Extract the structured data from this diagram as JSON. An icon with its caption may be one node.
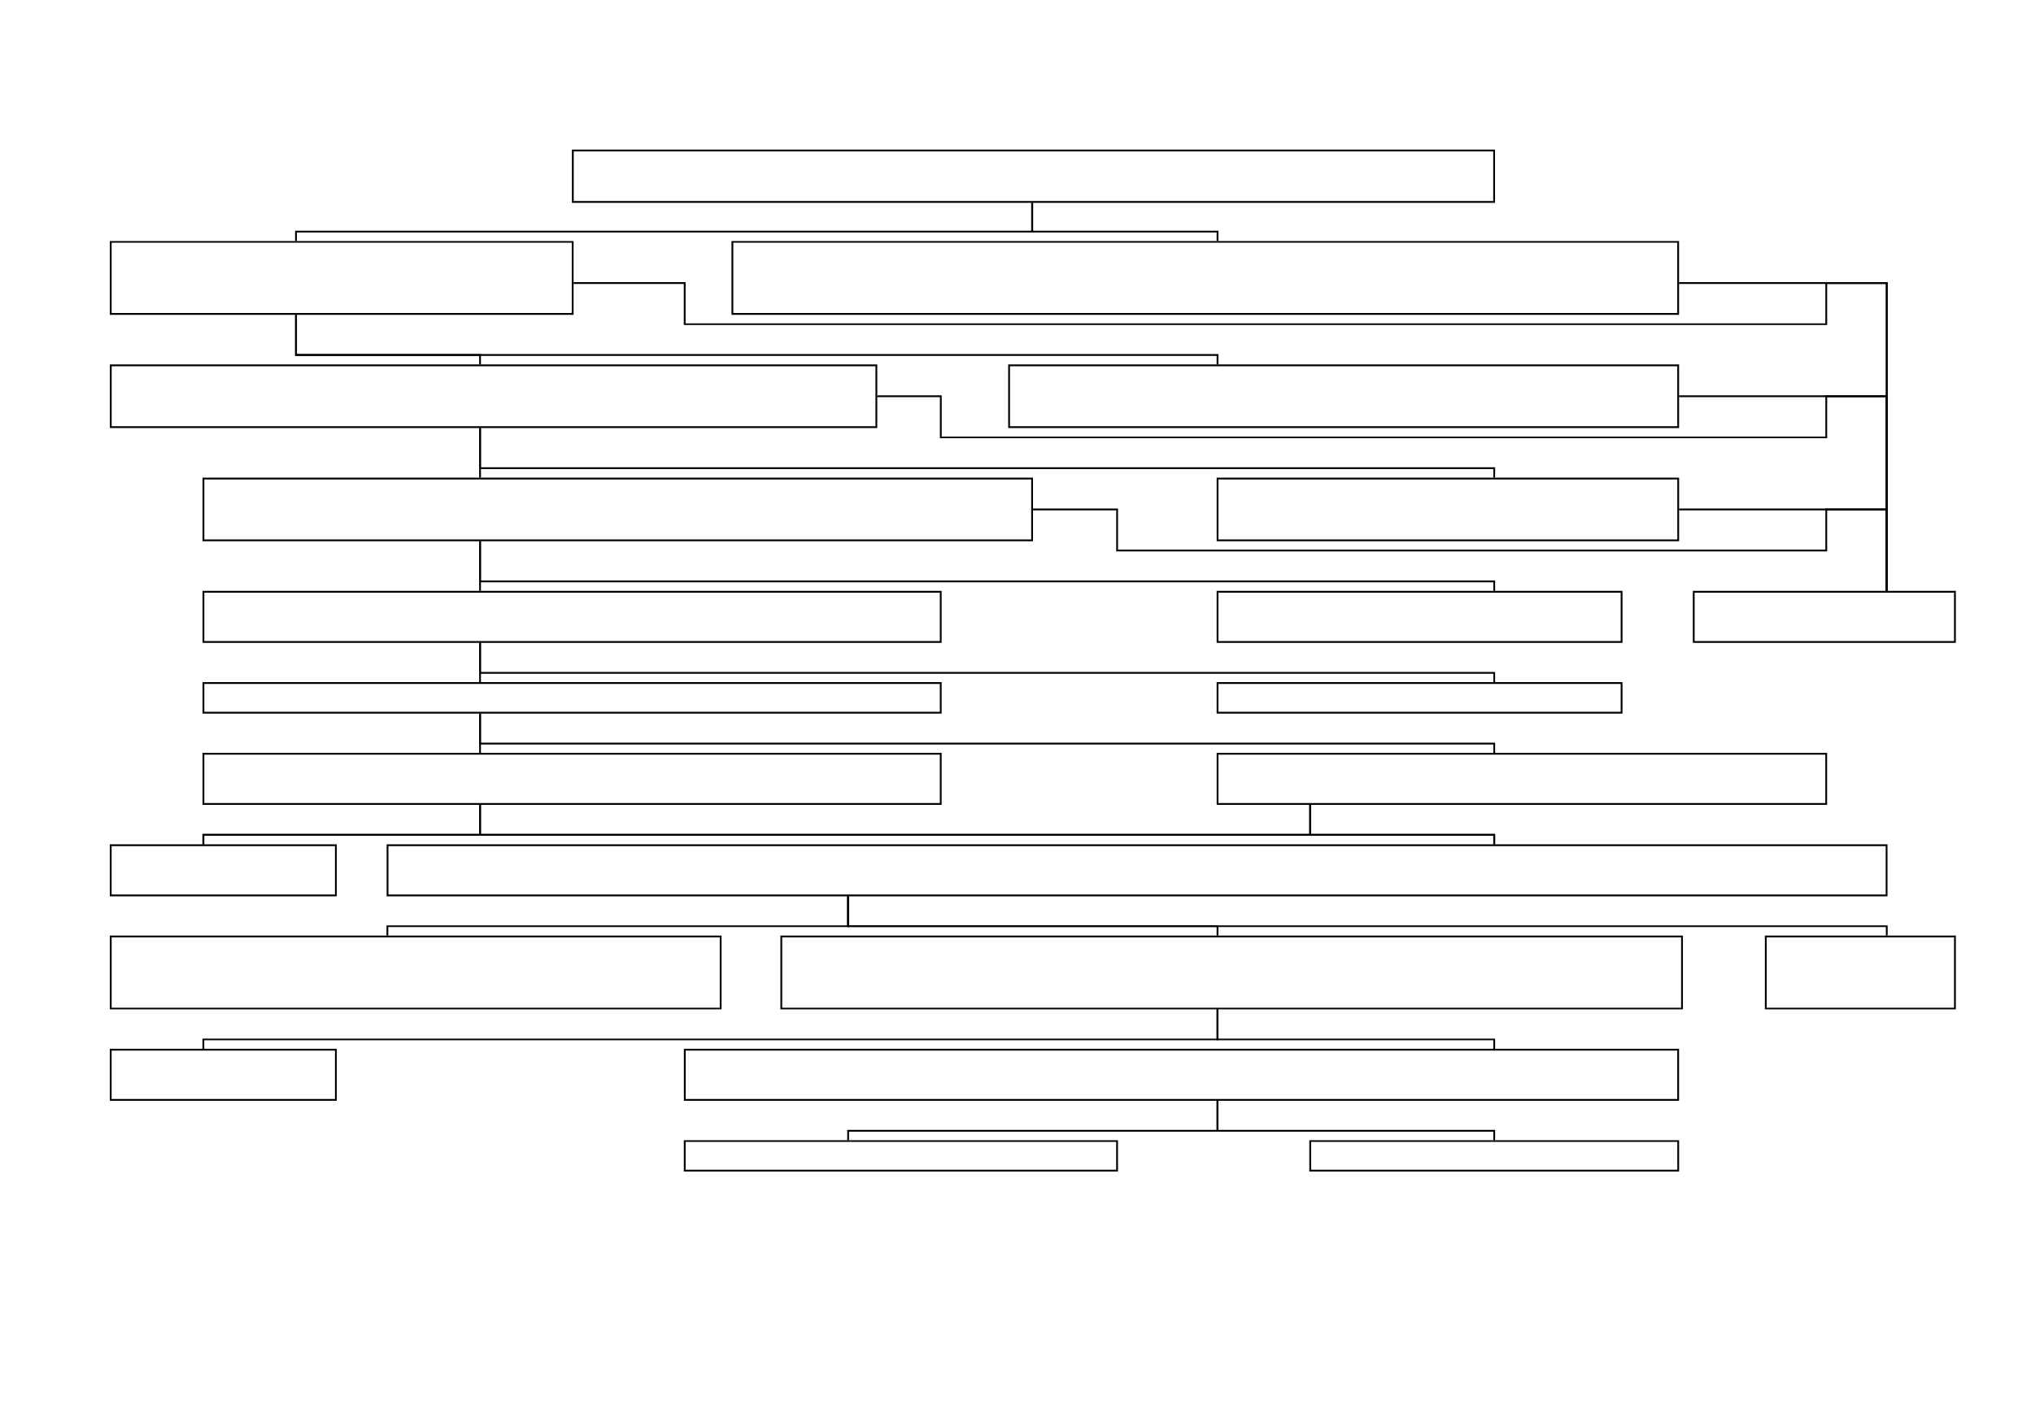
{
  "diagram": {
    "nodes": [
      {
        "text": [],
        "shape": "box"
      },
      {
        "text": [],
        "shape": "box"
      },
      {
        "text": [],
        "shape": "box"
      },
      {
        "text": [],
        "shape": "box"
      },
      {
        "text": [],
        "shape": "box"
      },
      {
        "text": [],
        "shape": "box"
      },
      {
        "text": [],
        "shape": "box"
      },
      {
        "text": [],
        "shape": "box"
      },
      {
        "text": [],
        "shape": "box"
      },
      {
        "text": [],
        "shape": "box"
      },
      {
        "text": [],
        "shape": "box"
      },
      {
        "text": [],
        "shape": "box"
      },
      {
        "text": [],
        "shape": "box"
      },
      {
        "text": [],
        "shape": "box"
      },
      {
        "text": [],
        "shape": "box"
      },
      {
        "text": [],
        "shape": "box"
      },
      {
        "text": [],
        "shape": "box"
      },
      {
        "text": [],
        "shape": "box"
      },
      {
        "text": [],
        "shape": "box"
      },
      {
        "text": [],
        "shape": "box"
      },
      {
        "text": [],
        "shape": "box"
      },
      {
        "text": [],
        "shape": "box"
      },
      {
        "text": [],
        "shape": "box"
      }
    ],
    "edges": [
      {
        "from": 0,
        "to": 1,
        "arrow": "none"
      },
      {
        "from": 0,
        "to": 2,
        "arrow": "none"
      },
      {
        "from": 1,
        "to": 3,
        "arrow": "none"
      },
      {
        "from": 1,
        "to": 4,
        "arrow": "none"
      },
      {
        "from": 1,
        "to": 9,
        "arrow": "none"
      },
      {
        "from": 2,
        "to": 9,
        "arrow": "none"
      },
      {
        "from": 3,
        "to": 9,
        "arrow": "none"
      },
      {
        "from": 4,
        "to": 9,
        "arrow": "none"
      },
      {
        "from": 5,
        "to": 9,
        "arrow": "none"
      },
      {
        "from": 6,
        "to": 9,
        "arrow": "none"
      },
      {
        "from": 3,
        "to": 5,
        "arrow": "none"
      },
      {
        "from": 3,
        "to": 6,
        "arrow": "none"
      },
      {
        "from": 5,
        "to": 7,
        "arrow": "none"
      },
      {
        "from": 5,
        "to": 8,
        "arrow": "none"
      },
      {
        "from": 7,
        "to": 10,
        "arrow": "none"
      },
      {
        "from": 7,
        "to": 11,
        "arrow": "none"
      },
      {
        "from": 10,
        "to": 12,
        "arrow": "none"
      },
      {
        "from": 10,
        "to": 13,
        "arrow": "none"
      },
      {
        "from": 12,
        "to": 14,
        "arrow": "none"
      },
      {
        "from": 12,
        "to": 15,
        "arrow": "none"
      },
      {
        "from": 13,
        "to": 14,
        "arrow": "none"
      },
      {
        "from": 13,
        "to": 15,
        "arrow": "none"
      },
      {
        "from": 15,
        "to": 16,
        "arrow": "none"
      },
      {
        "from": 15,
        "to": 17,
        "arrow": "none"
      },
      {
        "from": 15,
        "to": 18,
        "arrow": "none"
      },
      {
        "from": 17,
        "to": 19,
        "arrow": "none"
      },
      {
        "from": 17,
        "to": 20,
        "arrow": "none"
      },
      {
        "from": 20,
        "to": 21,
        "arrow": "none"
      },
      {
        "from": 20,
        "to": 22,
        "arrow": "none"
      }
    ]
  }
}
